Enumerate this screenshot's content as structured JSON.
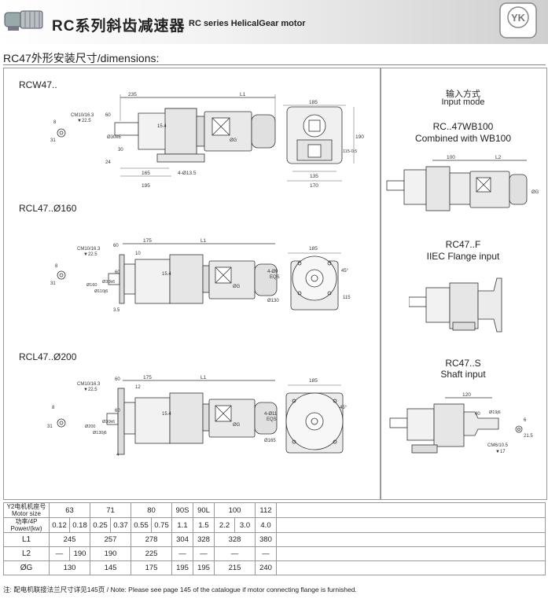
{
  "header": {
    "title_cn": "RC系列斜齿减速器",
    "title_en": "RC series HelicalGear motor",
    "logo": "YK",
    "logo_icon": "yk-badge-icon",
    "motor_icon": "gearmotor-icon"
  },
  "section": {
    "title": "RC47外形安装尺寸/dimensions:"
  },
  "left": {
    "v1": {
      "label": "RCW47..",
      "dims": {
        "d235": "235",
        "L1": "L1",
        "cm": "CM10/16.3",
        "depth": "▼22.5",
        "d60": "60",
        "d8": "8",
        "d31": "31",
        "d30k": "Ø30k6",
        "d30": "30",
        "d24": "24",
        "d15": "15.4",
        "dG": "ØG",
        "d165": "165",
        "d195": "195",
        "holes": "4-Ø13.5",
        "d185": "185",
        "d190": "190",
        "d115": "115-0.5",
        "d135": "135",
        "d170": "170"
      }
    },
    "v2": {
      "label": "RCL47..Ø160",
      "dims": {
        "cm": "CM10/16.3",
        "depth": "▼22.5",
        "d60": "60",
        "d175": "175",
        "d10": "10",
        "L1": "L1",
        "d8": "8",
        "d31": "31",
        "d160": "Ø160",
        "d110j": "Ø110j6",
        "d30k": "Ø30k6",
        "d60b": "60",
        "d35": "3.5",
        "d15": "15.4",
        "dG": "ØG",
        "d185": "185",
        "holes": "4-Ø9",
        "eqs": "EQS",
        "d45": "45°",
        "d130": "Ø130",
        "d115": "115"
      }
    },
    "v3": {
      "label": "RCL47..Ø200",
      "dims": {
        "cm": "CM10/16.3",
        "depth": "▼22.5",
        "d60": "60",
        "d175": "175",
        "d12": "12",
        "L1": "L1",
        "d8": "8",
        "d31": "31",
        "d200": "Ø200",
        "d130j": "Ø130j6",
        "d30k": "Ø30k6",
        "d60b": "60",
        "d4": "4",
        "d15": "15.4",
        "dG": "ØG",
        "d185": "185",
        "holes": "4-Ø11",
        "eqs": "EQS",
        "d45": "45°",
        "d165": "Ø165"
      }
    }
  },
  "right": {
    "input_mode_cn": "输入方式",
    "input_mode_en": "Input mode",
    "wb": {
      "title": "RC..47WB100",
      "sub": "Combined with WB100",
      "d100": "100",
      "L2": "L2",
      "dG": "ØG"
    },
    "f": {
      "title": "RC47..F",
      "sub": "IIEC Flange input"
    },
    "s": {
      "title": "RC47..S",
      "sub": "Shaft input",
      "d120": "120",
      "d40": "40",
      "d19": "Ø19j6",
      "d6": "6",
      "d215": "21.5",
      "cm": "CM6/10.5",
      "depth": "▼17"
    }
  },
  "table": {
    "row_heads": [
      [
        "Y2电机机座号",
        "Motor size"
      ],
      [
        "功率/4P",
        "Power/(kw)"
      ],
      [
        "L1"
      ],
      [
        "L2"
      ],
      [
        "ØG"
      ]
    ],
    "motor_size": [
      {
        "text": "63",
        "span": 2
      },
      {
        "text": "71",
        "span": 2
      },
      {
        "text": "80",
        "span": 2
      },
      {
        "text": "90S",
        "span": 1
      },
      {
        "text": "90L",
        "span": 1
      },
      {
        "text": "100",
        "span": 2
      },
      {
        "text": "112",
        "span": 1
      }
    ],
    "power": [
      "0.12",
      "0.18",
      "0.25",
      "0.37",
      "0.55",
      "0.75",
      "1.1",
      "1.5",
      "2.2",
      "3.0",
      "4.0"
    ],
    "L1": [
      {
        "text": "245",
        "span": 2
      },
      {
        "text": "257",
        "span": 2
      },
      {
        "text": "278",
        "span": 2
      },
      {
        "text": "304",
        "span": 1
      },
      {
        "text": "328",
        "span": 1
      },
      {
        "text": "328",
        "span": 2
      },
      {
        "text": "380",
        "span": 1
      }
    ],
    "L2": [
      {
        "text": "—",
        "span": 1
      },
      {
        "text": "190",
        "span": 1
      },
      {
        "text": "190",
        "span": 2
      },
      {
        "text": "225",
        "span": 2
      },
      {
        "text": "—",
        "span": 1
      },
      {
        "text": "—",
        "span": 1
      },
      {
        "text": "—",
        "span": 2
      },
      {
        "text": "—",
        "span": 1
      }
    ],
    "G": [
      {
        "text": "130",
        "span": 2
      },
      {
        "text": "145",
        "span": 2
      },
      {
        "text": "175",
        "span": 2
      },
      {
        "text": "195",
        "span": 1
      },
      {
        "text": "195",
        "span": 1
      },
      {
        "text": "215",
        "span": 2
      },
      {
        "text": "240",
        "span": 1
      }
    ]
  },
  "note": "注: 配电机联接法兰尺寸详见145页 / Note: Please see page 145 of the catalogue  if motor connecting flange is furnished."
}
